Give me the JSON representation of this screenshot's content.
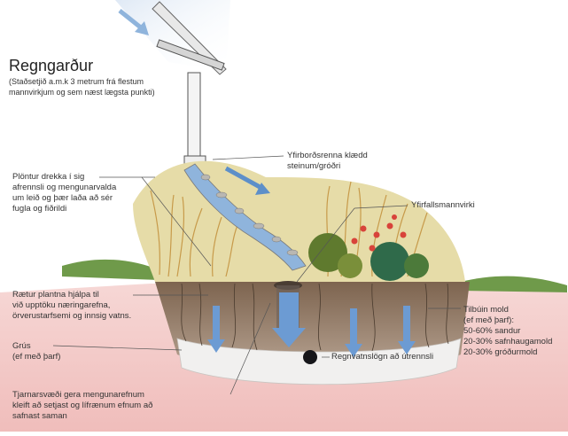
{
  "title": "Regngarður",
  "subtitle": [
    "(Staðsetjið a.m.k 3 metrum frá flestum",
    "mannvirkjum og sem næst lægsta punkti)"
  ],
  "labels": {
    "overflow_channel": [
      "Yfirborðsrenna klædd",
      "steinum/gróðri"
    ],
    "plants_drink": [
      "Plöntur drekka í sig",
      "afrennsli og mengunarvalda",
      "um leið og þær laða að sér",
      "fugla og fiðrildi"
    ],
    "overflow_structure": [
      "Yfirfallsmannvirki"
    ],
    "roots": [
      "Rætur plantna hjálpa til",
      "við upptöku næringarefna,",
      "örverustarfsemi og innsig vatns."
    ],
    "gravel": [
      "Grús",
      "(ef með þarf)"
    ],
    "soil_mix": [
      "Tilbúin mold",
      "(ef með þarf):",
      "50-60% sandur",
      "20-30% safnhaugamold",
      "20-30% gróðurmold"
    ],
    "drain_pipe": [
      "Regnvatnslögn að útrennsli"
    ],
    "pond_area": [
      "Tjarnarsvæði gera mengunarefnum",
      "kleift að setjast og lífrænum efnum að",
      "safnast saman"
    ]
  },
  "colors": {
    "sky_arrow": "#8fb4dc",
    "water_blue": "#5d8fc9",
    "soil_brown": "#8a6e55",
    "gravel_white": "#efeeee",
    "ground_pink": "#f1c6c6",
    "grass_green": "#6f9a4a",
    "flower_red": "#d8433a",
    "plant_gold": "#d9b86a"
  }
}
